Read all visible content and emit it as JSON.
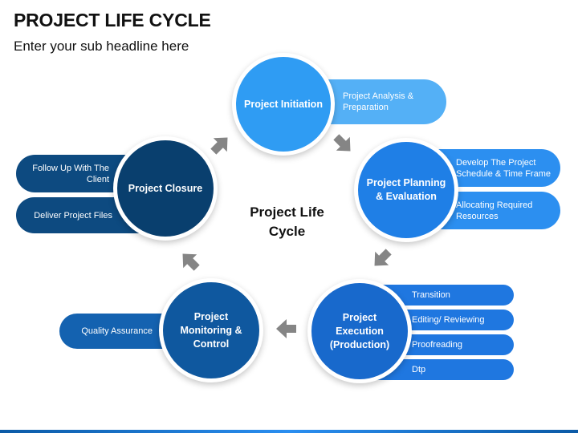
{
  "header": {
    "title": "PROJECT LIFE CYCLE",
    "subtitle": "Enter your sub headline here"
  },
  "center_label": "Project Life Cycle",
  "stages": {
    "initiation": {
      "label": "Project Initiation",
      "color": "#2f9cf3",
      "pill_color": "#54b0f6",
      "notes": [
        "Project Analysis & Preparation"
      ]
    },
    "planning": {
      "label": "Project Planning & Evaluation",
      "color": "#1f7fe6",
      "pill_color": "#2c8ff0",
      "notes": [
        "Develop The Project Schedule & Time Frame",
        "Allocating Required Resources"
      ]
    },
    "execution": {
      "label": "Project Execution (Production)",
      "color": "#1869cc",
      "pill_color": "#1f77e0",
      "notes": [
        "Transition",
        "Editing/ Reviewing",
        "Proofreading",
        "Dtp"
      ]
    },
    "monitoring": {
      "label": "Project Monitoring & Control",
      "color": "#0f589f",
      "pill_color": "#1462b0",
      "notes": [
        "Quality Assurance"
      ]
    },
    "closure": {
      "label": "Project Closure",
      "color": "#093f6e",
      "pill_color": "#0d4a80",
      "notes": [
        "Follow Up With The Client",
        "Deliver Project Files"
      ]
    }
  },
  "arrow_color": "#858585",
  "icons": {
    "arrows": [
      "arrow-right-icon",
      "arrow-down-right-icon",
      "arrow-down-icon",
      "arrow-left-icon",
      "arrow-up-left-icon"
    ]
  }
}
